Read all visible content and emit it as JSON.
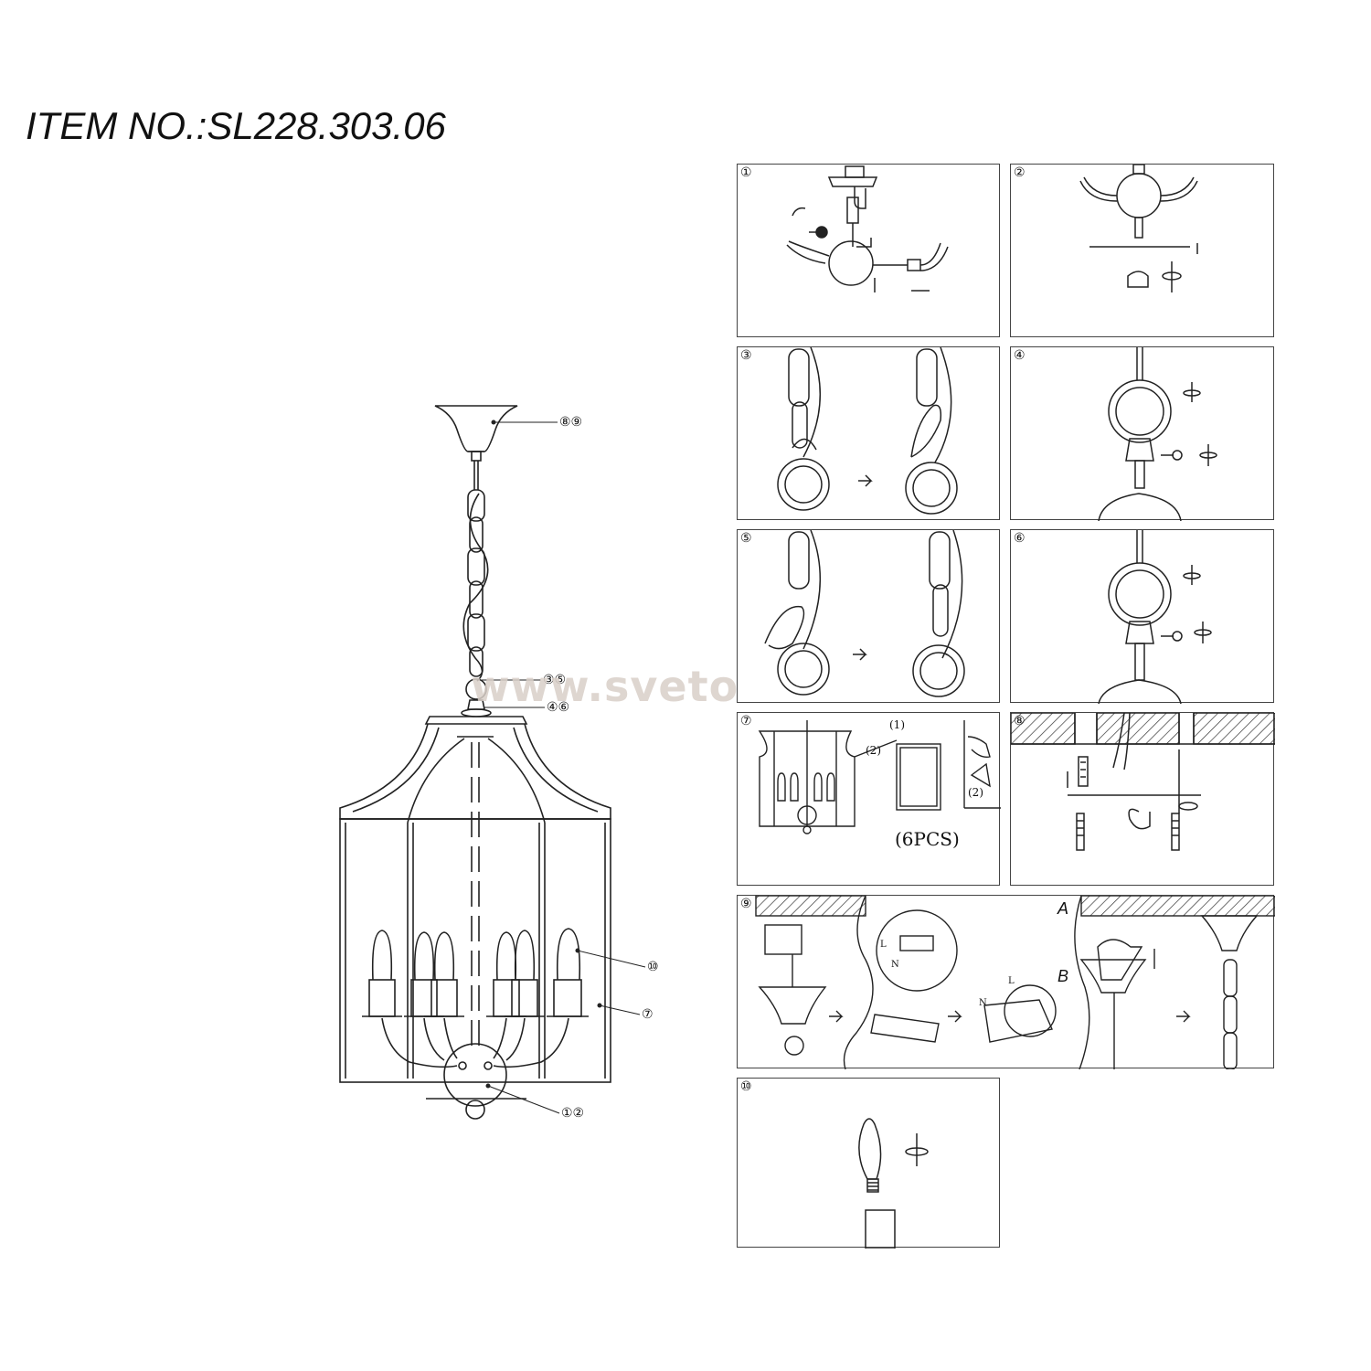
{
  "title": "ITEM NO.:SL228.303.06",
  "watermark": "www.svetodom.ru",
  "callouts": {
    "ceiling_cup": "⑧⑨",
    "chain_link": "③⑤",
    "ring": "④⑥",
    "bulb": "⑩",
    "glass": "⑦",
    "ball": "①②"
  },
  "steps": [
    {
      "number": "①"
    },
    {
      "number": "②"
    },
    {
      "number": "③"
    },
    {
      "number": "④"
    },
    {
      "number": "⑤"
    },
    {
      "number": "⑥"
    },
    {
      "number": "⑦",
      "label_1": "(1)",
      "label_2": "(2)",
      "label_2b": "(2)",
      "pcs": "(6PCS)"
    },
    {
      "number": "⑧"
    },
    {
      "number": "⑨",
      "label_a": "A",
      "label_b": "B",
      "l1": "L",
      "n1": "N",
      "l2": "L",
      "n2": "N"
    },
    {
      "number": "⑩"
    }
  ]
}
